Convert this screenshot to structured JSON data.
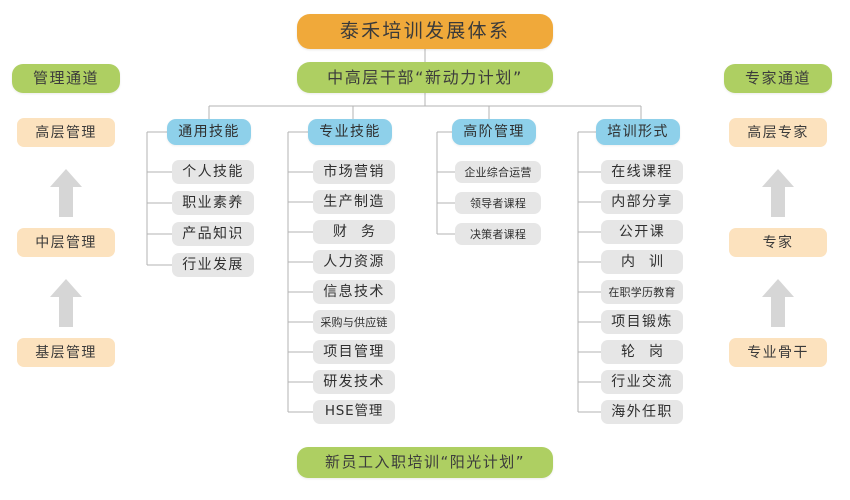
{
  "diagram": {
    "title": "泰禾培训发展体系",
    "subtitle": "中高层干部“新动力计划”",
    "footer": "新员工入职培训“阳光计划”",
    "colors": {
      "title_bg": "#f0a93a",
      "banner_bg": "#aecf62",
      "column_header_bg": "#8ed0ea",
      "item_bg": "#e6e6e6",
      "ladder_bg": "#fce2be",
      "connector": "#b3b3b3",
      "arrow": "#d6d6d6"
    }
  },
  "left_track": {
    "header": "管理通道",
    "levels": [
      "高层管理",
      "中层管理",
      "基层管理"
    ],
    "arrow_icon": "arrow-up-icon"
  },
  "right_track": {
    "header": "专家通道",
    "levels": [
      "高层专家",
      "专家",
      "专业骨干"
    ],
    "arrow_icon": "arrow-up-icon"
  },
  "columns": [
    {
      "header": "通用技能",
      "items": [
        "个人技能",
        "职业素养",
        "产品知识",
        "行业发展"
      ]
    },
    {
      "header": "专业技能",
      "items": [
        "市场营销",
        "生产制造",
        "财 务",
        "人力资源",
        "信息技术",
        "采购与供应链",
        "项目管理",
        "研发技术",
        "HSE管理"
      ]
    },
    {
      "header": "高阶管理",
      "items": [
        "企业综合运营",
        "领导者课程",
        "决策者课程"
      ]
    },
    {
      "header": "培训形式",
      "items": [
        "在线课程",
        "内部分享",
        "公开课",
        "内 训",
        "在职学历教育",
        "项目锻炼",
        "轮 岗",
        "行业交流",
        "海外任职"
      ]
    }
  ]
}
